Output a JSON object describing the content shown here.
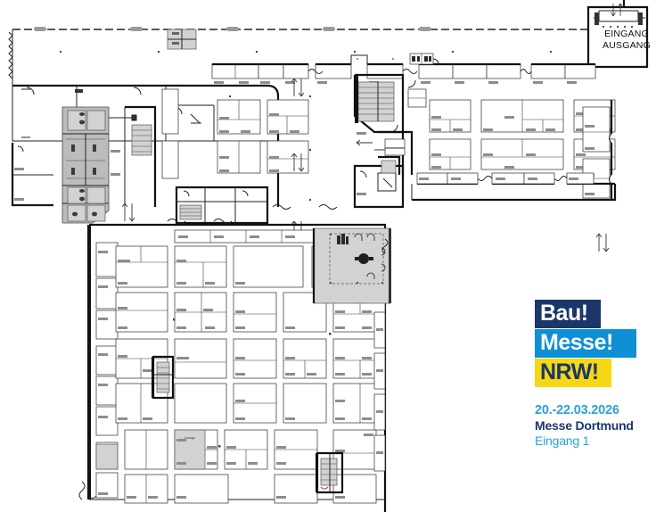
{
  "document": {
    "type": "exhibition-hall-floor-plan",
    "venue": "Messe Dortmund"
  },
  "plan": {
    "entrance_label_line1": "EINGANG",
    "entrance_label_line2": "AUSGANG",
    "lounge_label": "Lounge",
    "colors": {
      "wall": "#111111",
      "booth_outline": "#3a3a3a",
      "service_area_fill": "#bcbcbc",
      "feature_area_fill": "#d2d2d2",
      "background": "#ffffff"
    }
  },
  "brand": {
    "logo_line1": "Bau!",
    "logo_line2": "Messe!",
    "logo_line3": "NRW!",
    "colors": {
      "navy": "#1b3668",
      "blue": "#0f8fd6",
      "yellow": "#f5d715",
      "light_blue": "#2ea0da",
      "white": "#ffffff"
    }
  },
  "event": {
    "date": "20.-22.03.2026",
    "venue": "Messe Dortmund",
    "entrance": "Eingang 1"
  }
}
